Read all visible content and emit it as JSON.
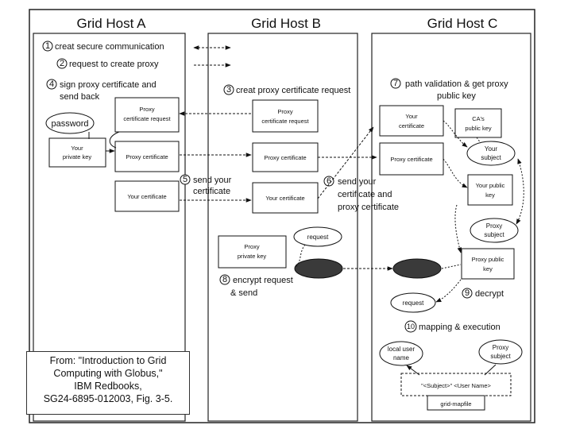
{
  "columns": {
    "a": "Grid Host A",
    "b": "Grid Host B",
    "c": "Grid Host C"
  },
  "steps": {
    "s1": {
      "num": "1",
      "label": "creat secure communication"
    },
    "s2": {
      "num": "2",
      "label": "request to create proxy"
    },
    "s3": {
      "num": "3",
      "label": "creat proxy certificate request"
    },
    "s4": {
      "num": "4",
      "line1": "sign proxy certificate and",
      "line2": "send back"
    },
    "s5": {
      "num": "5",
      "line1": "send your",
      "line2": "certificate"
    },
    "s6": {
      "num": "6",
      "line1": "send your",
      "line2": "certificate and",
      "line3": "proxy certificate"
    },
    "s7": {
      "num": "7",
      "line1": "path validation & get proxy",
      "line2": "public key"
    },
    "s8": {
      "num": "8",
      "line1": "encrypt request",
      "line2": "& send"
    },
    "s9": {
      "num": "9",
      "label": "decrypt"
    },
    "s10": {
      "num": "10",
      "label": "mapping & execution"
    }
  },
  "host_a": {
    "password": "password",
    "private_key": {
      "line1": "Your",
      "line2": "private key"
    },
    "proxy_cert_request": {
      "line1": "Proxy",
      "line2": "certificate request"
    },
    "proxy_certificate": "Proxy certificate",
    "your_certificate": "Your certificate"
  },
  "host_b": {
    "proxy_cert_request": {
      "line1": "Proxy",
      "line2": "certificate request"
    },
    "proxy_certificate": "Proxy certificate",
    "your_certificate": "Your certificate",
    "proxy_private_key": {
      "line1": "Proxy",
      "line2": "private key"
    },
    "request": "request"
  },
  "host_c": {
    "your_certificate": {
      "line1": "Your",
      "line2": "certificate"
    },
    "ca_public_key": {
      "line1": "CA's",
      "line2": "public key"
    },
    "proxy_certificate": "Proxy certificate",
    "your_subject": {
      "line1": "Your",
      "line2": "subject"
    },
    "your_public_key": {
      "line1": "Your public",
      "line2": "key"
    },
    "proxy_subject": {
      "line1": "Proxy",
      "line2": "subject"
    },
    "proxy_public_key": {
      "line1": "Proxy public",
      "line2": "key"
    },
    "request": "request",
    "local_user_name": {
      "line1": "local user",
      "line2": "name"
    },
    "proxy_subject2": {
      "line1": "Proxy",
      "line2": "subject"
    },
    "mapfile_entry": "\"<Subject>\"  <User Name>",
    "mapfile": "grid-mapfile"
  },
  "source_note": {
    "line1": "From: \"Introduction to Grid",
    "line2": "Computing with Globus,\"",
    "line3": "IBM Redbooks,",
    "line4": "SG24-6895-012003, Fig. 3-5."
  },
  "colors": {
    "ink": "#111111",
    "encrypted": "#3a3a3a",
    "background": "#ffffff"
  }
}
